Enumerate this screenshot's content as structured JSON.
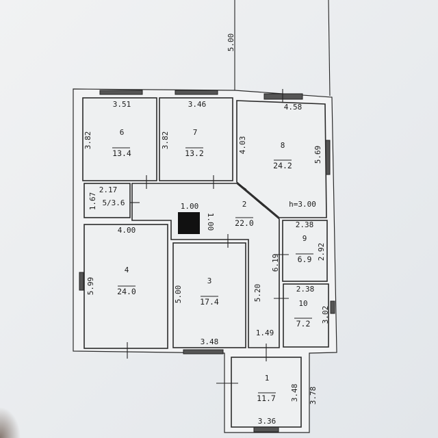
{
  "plan": {
    "top_dimension": "5.00",
    "ceiling_height": "h=3.00",
    "stair_width": "1.00",
    "stair_depth": "1.00",
    "rooms": [
      {
        "number": "1",
        "area": "11.7",
        "width": "3.36",
        "length": "3.48",
        "outer": "3.78"
      },
      {
        "number": "2",
        "area": "22.0",
        "corridor_length": "5.20",
        "corridor_length_2": "6.19",
        "corridor_width": "1.49"
      },
      {
        "number": "3",
        "area": "17.4",
        "width": "3.48",
        "length": "5.00"
      },
      {
        "number": "4",
        "area": "24.0",
        "width": "4.00",
        "length": "5.99"
      },
      {
        "label": "5/3.6",
        "width": "2.17",
        "length": "1.67"
      },
      {
        "number": "6",
        "area": "13.4",
        "width": "3.51",
        "length": "3.82"
      },
      {
        "number": "7",
        "area": "13.2",
        "width": "3.46",
        "length": "3.82"
      },
      {
        "number": "8",
        "area": "24.2",
        "width": "4.58",
        "length": "5.69",
        "length_2": "4.03"
      },
      {
        "number": "9",
        "area": "6.9",
        "width": "2.38",
        "length": "2.92"
      },
      {
        "number": "10",
        "area": "7.2",
        "width": "2.38",
        "length": "3.02"
      }
    ]
  }
}
